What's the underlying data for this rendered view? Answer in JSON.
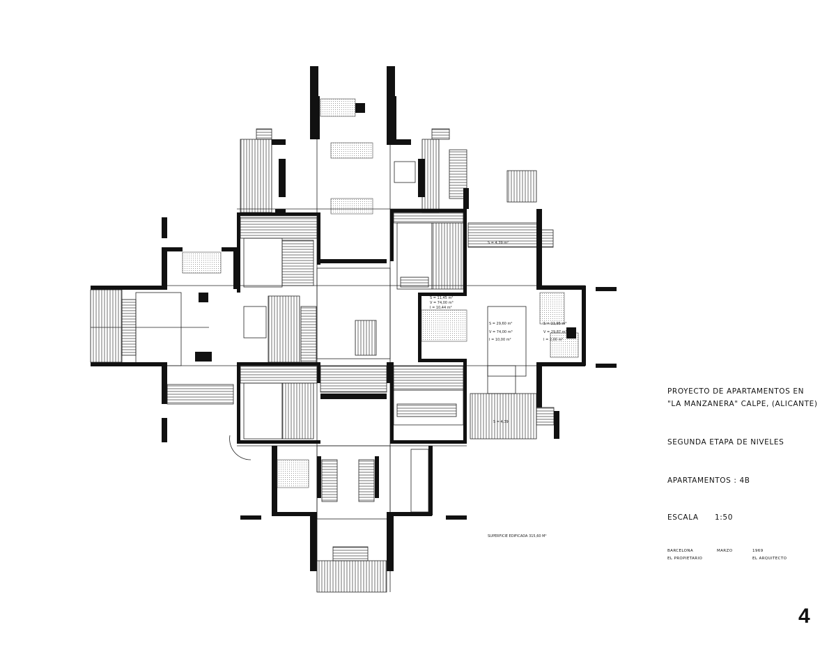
{
  "title_block": {
    "line1": "PROYECTO DE APARTAMENTOS EN",
    "line2": "\"LA MANZANERA\" CALPE, (ALICANTE)",
    "stage": "SEGUNDA ETAPA DE NIVELES",
    "apartments": "APARTAMENTOS :  4B",
    "scale_label": "ESCALA",
    "scale_value": "1:50",
    "city": "BARCELONA",
    "month": "MARZO",
    "year": "1969",
    "owner": "EL PROPIETARIO",
    "architect": "EL ARQUITECTO"
  },
  "sheet_number": "4",
  "plan_labels": {
    "surface_total": "SUPERFICIE EDIFICADA 315,60 M²",
    "terrace_ne": "S = 4,39 m²",
    "terrace_se": "S = 4,39",
    "room_a": [
      "S = 11,45 m²",
      "V = 74,00 m³",
      "I = 10,44 m²"
    ],
    "room_b": [
      "S = 29,60 m²",
      "V = 74,00 m³",
      "I = 10,00 m²"
    ],
    "room_c": [
      "S = 11,95 m²",
      "V = 29,87 m³",
      "I = 2,00 m²"
    ]
  }
}
